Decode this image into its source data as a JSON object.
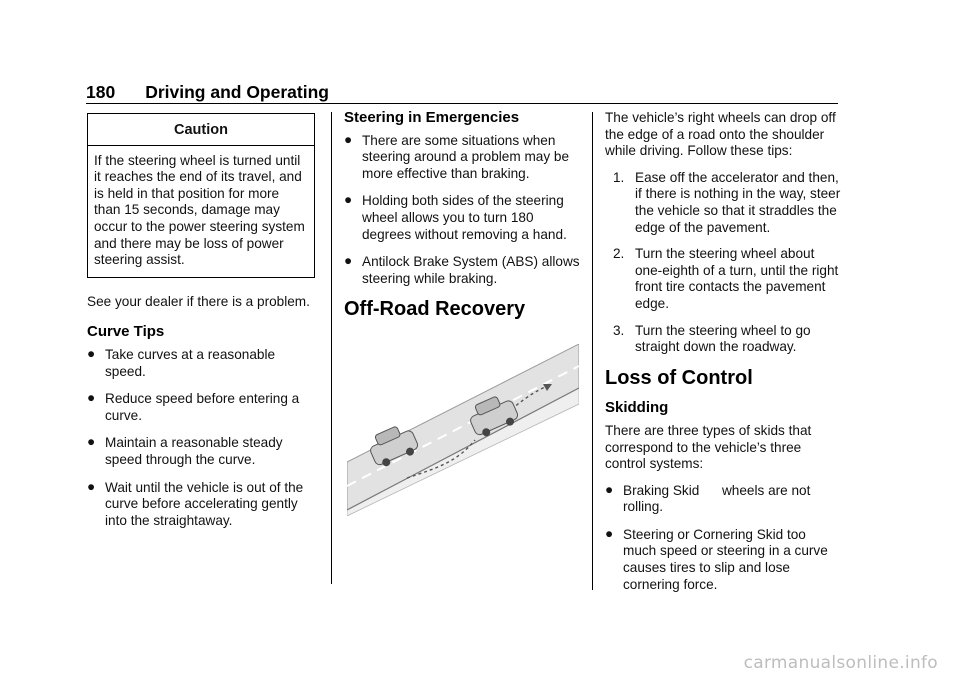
{
  "header": {
    "page_number": "180",
    "section_title": "Driving and Operating"
  },
  "col1": {
    "caution_title": "Caution",
    "caution_text": "If the steering wheel is turned until it reaches the end of its travel, and is held in that position for more than 15 seconds, damage may occur to the power steering system and there may be loss of power steering assist.",
    "dealer_text": "See your dealer if there is a problem.",
    "curve_tips_heading": "Curve Tips",
    "bullet_glyph": "●",
    "curve_tips": [
      "Take curves at a reasonable speed.",
      "Reduce speed before entering a curve.",
      "Maintain a reasonable steady speed through the curve.",
      "Wait until the vehicle is out of the curve before accelerating gently into the straightaway."
    ]
  },
  "col2": {
    "steering_heading": "Steering in Emergencies",
    "steering_items": [
      "There are some situations when steering around a problem may be more effective than braking.",
      "Holding both sides of the steering wheel allows you to turn 180 degrees without removing a hand.",
      "Antilock Brake System (ABS) allows steering while braking."
    ],
    "offroad_heading": "Off-Road Recovery"
  },
  "col3": {
    "intro": "The vehicle’s right wheels can drop off the edge of a road onto the shoulder while driving. Follow these tips:",
    "steps": [
      {
        "num": "1.",
        "text": "Ease off the accelerator and then, if there is nothing in the way, steer the vehicle so that it straddles the edge of the pavement."
      },
      {
        "num": "2.",
        "text": "Turn the steering wheel about one-eighth of a turn, until the right front tire contacts the pavement edge."
      },
      {
        "num": "3.",
        "text": "Turn the steering wheel to go straight down the roadway."
      }
    ],
    "loss_heading": "Loss of Control",
    "skidding_heading": "Skidding",
    "skid_intro": "There are three types of skids that correspond to the vehicle’s three control systems:",
    "skid_items": [
      "Braking Skid      wheels are not rolling.",
      "Steering or Cornering Skid too much speed or steering in a curve causes tires to slip and lose cornering force."
    ]
  },
  "footer": {
    "watermark": "carmanualsonline.info"
  }
}
